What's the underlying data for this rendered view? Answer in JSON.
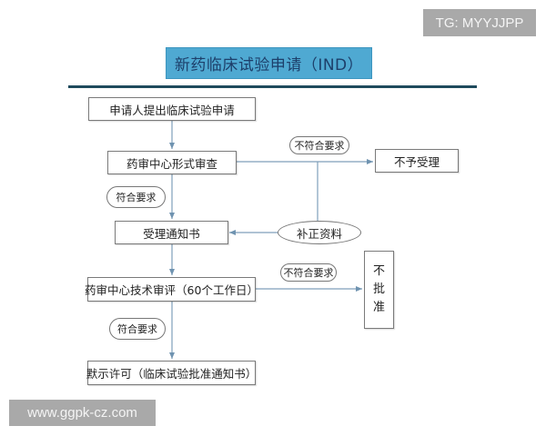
{
  "watermarks": {
    "top_right": "TG: MYYJJPP",
    "bottom_left": "www.ggpk-cz.com"
  },
  "title": "新药临床试验申请（IND）",
  "colors": {
    "title_bg": "#4fa9d2",
    "title_text": "#1d3f6a",
    "rule": "#1f4a5c",
    "connector": "#6f93b0",
    "box_border": "#7a7a7a",
    "watermark_bg": "#a9a9a9"
  },
  "flowchart": {
    "nodes": {
      "apply": "申请人提出临床试验申请",
      "formal_review": "药审中心形式审查",
      "reject_accept": "不予受理",
      "acceptance_notice": "受理通知书",
      "supplement": "补正资料",
      "tech_review": "药审中心技术审评（60个工作日）",
      "not_approved": [
        "不",
        "批",
        "准"
      ],
      "implied_approval": "默示许可（临床试验批准通知书）"
    },
    "labels": {
      "formal_fail": "不符合要求",
      "formal_pass": "符合要求",
      "tech_fail": "不符合要求",
      "tech_pass": "符合要求"
    },
    "edges": [
      {
        "from": "apply",
        "to": "formal_review"
      },
      {
        "from": "formal_review",
        "to": "reject_accept",
        "label": "不符合要求"
      },
      {
        "from": "formal_review",
        "to": "acceptance_notice",
        "label": "符合要求"
      },
      {
        "from": "formal_review",
        "to": "supplement"
      },
      {
        "from": "supplement",
        "to": "acceptance_notice"
      },
      {
        "from": "acceptance_notice",
        "to": "tech_review"
      },
      {
        "from": "tech_review",
        "to": "not_approved",
        "label": "不符合要求"
      },
      {
        "from": "tech_review",
        "to": "implied_approval",
        "label": "符合要求"
      }
    ]
  }
}
